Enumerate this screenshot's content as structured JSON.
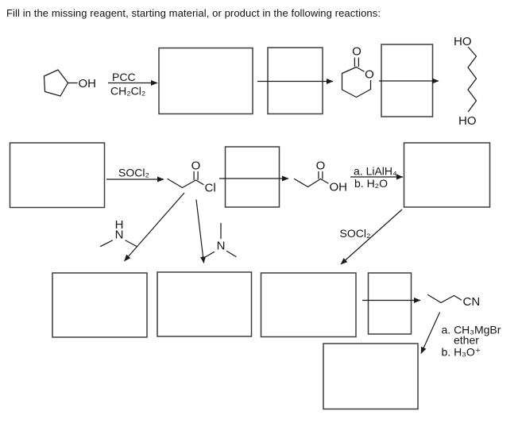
{
  "title": "Fill in the missing reagent, starting material, or product in the following reactions:",
  "colors": {
    "ink": "#1b1b1b",
    "box_border": "#3d3d3d",
    "background": "#ffffff"
  },
  "reaction1": {
    "start_oh": "OH",
    "reagent_line1": "PCC",
    "reagent_line2": "CH₂Cl₂",
    "lactone_carbonyl_o": "O",
    "lactone_ring_o": "O",
    "diol_ho_top": "HO",
    "diol_ho_bottom": "HO"
  },
  "reaction2": {
    "reagent_socl2": "SOCl₂",
    "acyl_o": "O",
    "acyl_cl": "Cl",
    "acid_o": "O",
    "acid_oh": "OH",
    "reduction_a": "a. LiAlH₄",
    "reduction_b": "b. H₂O",
    "socl2_diagonal": "SOCl₂"
  },
  "reaction3": {
    "amine1_h": "H",
    "amine1_n": "N",
    "amine2_n": "N",
    "nitrile_cn": "CN",
    "grignard_a": "a. CH₃MgBr",
    "grignard_solvent": "ether",
    "grignard_b": "b. H₃O⁺"
  }
}
